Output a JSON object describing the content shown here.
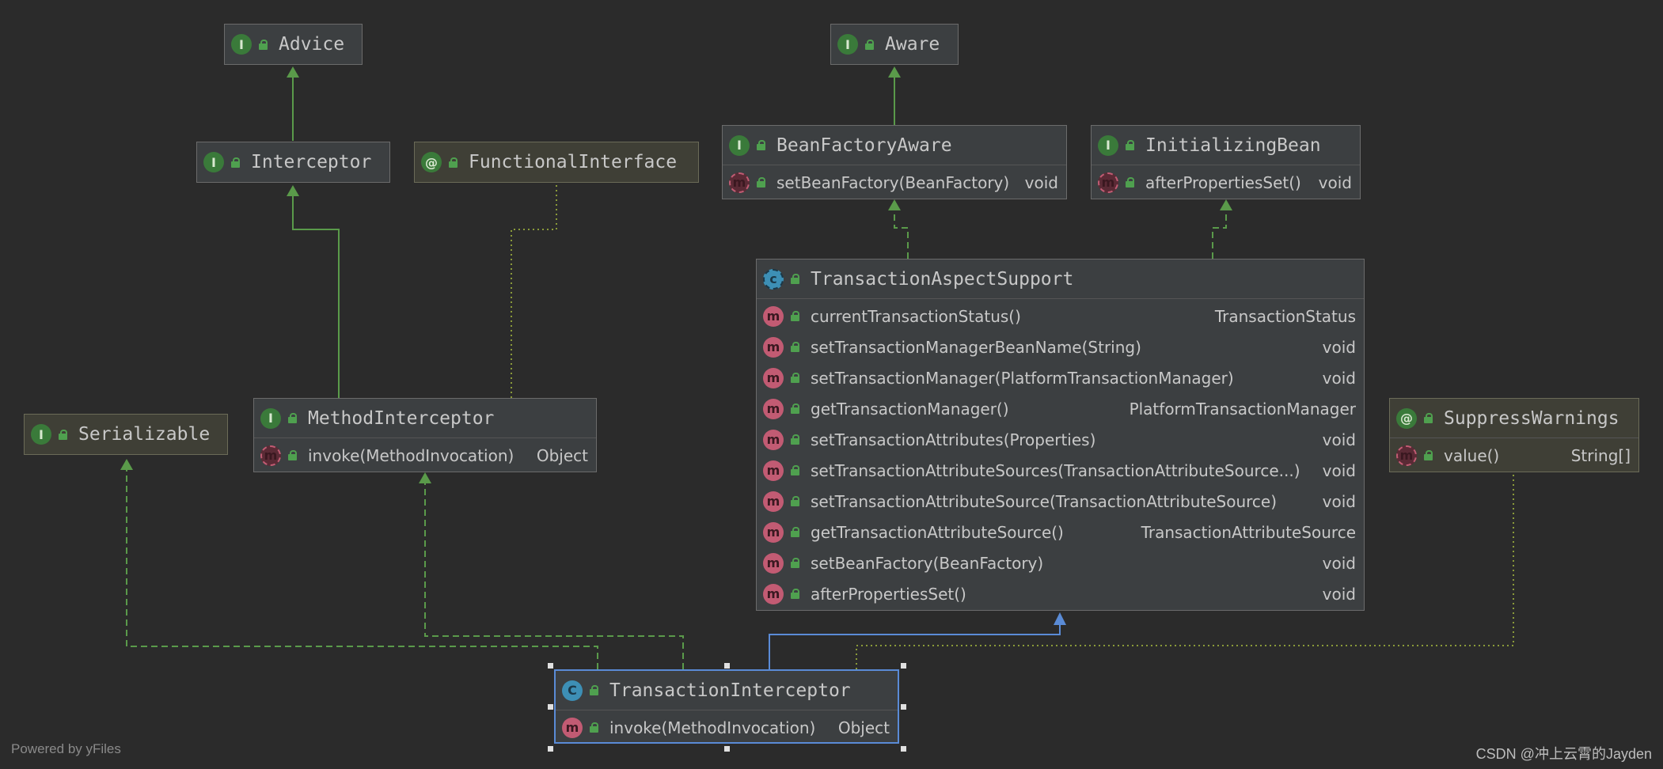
{
  "nodes": {
    "advice": {
      "name": "Advice",
      "kind": "interface",
      "badge": "I"
    },
    "interceptor": {
      "name": "Interceptor",
      "kind": "interface",
      "badge": "I"
    },
    "functional_interface": {
      "name": "FunctionalInterface",
      "kind": "annotation",
      "badge": "@"
    },
    "aware": {
      "name": "Aware",
      "kind": "interface",
      "badge": "I"
    },
    "bean_factory_aware": {
      "name": "BeanFactoryAware",
      "kind": "interface",
      "badge": "I",
      "members": [
        {
          "badge": "m",
          "name": "setBeanFactory(BeanFactory)",
          "type": "void"
        }
      ]
    },
    "initializing_bean": {
      "name": "InitializingBean",
      "kind": "interface",
      "badge": "I",
      "members": [
        {
          "badge": "m",
          "name": "afterPropertiesSet()",
          "type": "void"
        }
      ]
    },
    "serializable": {
      "name": "Serializable",
      "kind": "interface",
      "badge": "I"
    },
    "method_interceptor": {
      "name": "MethodInterceptor",
      "kind": "interface",
      "badge": "I",
      "members": [
        {
          "badge": "m",
          "name": "invoke(MethodInvocation)",
          "type": "Object"
        }
      ]
    },
    "transaction_aspect_support": {
      "name": "TransactionAspectSupport",
      "kind": "abstract-class",
      "badge": "c",
      "members": [
        {
          "badge": "m",
          "name": "currentTransactionStatus()",
          "type": "TransactionStatus"
        },
        {
          "badge": "m",
          "name": "setTransactionManagerBeanName(String)",
          "type": "void"
        },
        {
          "badge": "m",
          "name": "setTransactionManager(PlatformTransactionManager)",
          "type": "void"
        },
        {
          "badge": "m",
          "name": "getTransactionManager()",
          "type": "PlatformTransactionManager"
        },
        {
          "badge": "m",
          "name": "setTransactionAttributes(Properties)",
          "type": "void"
        },
        {
          "badge": "m",
          "name": "setTransactionAttributeSources(TransactionAttributeSource...)",
          "type": "void"
        },
        {
          "badge": "m",
          "name": "setTransactionAttributeSource(TransactionAttributeSource)",
          "type": "void"
        },
        {
          "badge": "m",
          "name": "getTransactionAttributeSource()",
          "type": "TransactionAttributeSource"
        },
        {
          "badge": "m",
          "name": "setBeanFactory(BeanFactory)",
          "type": "void"
        },
        {
          "badge": "m",
          "name": "afterPropertiesSet()",
          "type": "void"
        }
      ]
    },
    "suppress_warnings": {
      "name": "SuppressWarnings",
      "kind": "annotation",
      "badge": "@",
      "members": [
        {
          "badge": "m",
          "name": "value()",
          "type": "String[]"
        }
      ]
    },
    "transaction_interceptor": {
      "name": "TransactionInterceptor",
      "kind": "class",
      "badge": "C",
      "members": [
        {
          "badge": "m",
          "name": "invoke(MethodInvocation)",
          "type": "Object"
        }
      ]
    }
  },
  "colors": {
    "background": "#2b2b2b",
    "node_fill": "#3c3f41",
    "annotation_fill": "#3f3f36",
    "extends_edge": "#5a9a4a",
    "implements_edge": "#5a9a4a",
    "class_extends_edge": "#5a8bd6",
    "annotation_edge": "#8a9a3a",
    "selection": "#5a8bd6"
  },
  "footer": {
    "powered_by": "Powered by yFiles",
    "watermark": "CSDN @冲上云霄的Jayden"
  }
}
